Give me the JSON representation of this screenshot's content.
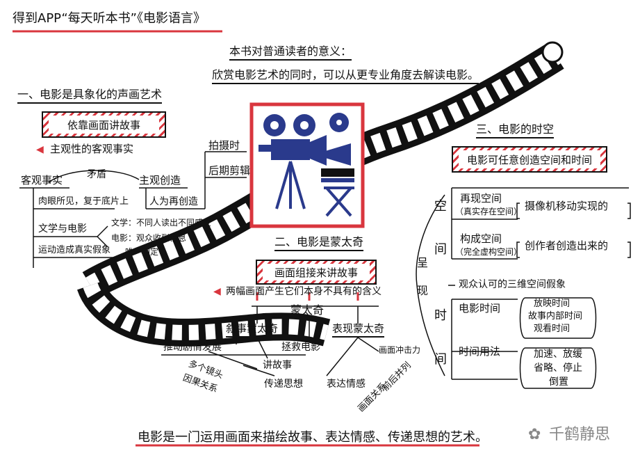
{
  "header": {
    "title": "得到APP“每天听本书”《电影语言》"
  },
  "significance": {
    "label": "本书对普通读者的意义：",
    "text": "欣赏电影艺术的同时，可以从更专业角度去解读电影。"
  },
  "section1": {
    "title": "一、电影是具象化的声画艺术",
    "banner": "依靠画面讲故事",
    "subtitle": "主观性的客观事实",
    "objective": "客观事实",
    "conflict": "矛盾",
    "subjective": "主观创造",
    "shooting": "拍摄时",
    "editing": "后期剪辑",
    "artificial": "人为再创造",
    "seen": "肉眼所见，复于底片上",
    "lit_film": "文学与电影",
    "lit_note": "文学：不同人读出不同感受",
    "film_note_1": "电影：观众收到信息",
    "film_note_2": "唯一固定",
    "motion": "运动造成真实假象"
  },
  "section2": {
    "title": "二、电影是蒙太奇",
    "banner": "画面组接来讲故事",
    "subtitle": "两幅画面产生它们本身不具有的含义",
    "montage": "蒙太奇",
    "narrative": "叙事蒙太奇",
    "expressive": "表现蒙太奇",
    "plot": "推动剧情发展",
    "rescue": "拯救电影",
    "impact": "画面冲击力",
    "multi_1": "多个镜头",
    "multi_2": "因果关系",
    "story": "讲故事",
    "ideas": "传递思想",
    "emotion": "表达情感",
    "juxtapose_1": "前后并列",
    "juxtapose_2": "画面关系"
  },
  "section3": {
    "title": "三、电影的时空",
    "banner": "电影可任意创造空间和时间",
    "space": "空",
    "space2": "间",
    "present_1": "呈",
    "present_2": "现",
    "reproduce": "再现空间",
    "reproduce_sub": "（真实存在空间）",
    "reproduce_note": "摄像机移动实现的",
    "construct": "构成空间",
    "construct_sub": "（完全虚构空间）",
    "construct_note": "创作者创造出来的",
    "audience": "观众认可的三维空间假象",
    "time": "时",
    "time2": "间",
    "film_time": "电影时间",
    "play_time": "放映时间",
    "inner_time": "故事内部时间",
    "view_time": "观看时间",
    "time_usage": "时间用法",
    "usage_1": "加速、放缓",
    "usage_2": "省略、停止",
    "usage_3": "倒置"
  },
  "footer": {
    "summary": "电影是一门运用画面来描绘故事、表达情感、传递思想的艺术。",
    "watermark": "千鹤静思"
  },
  "colors": {
    "accent": "#d9363e",
    "ink": "#111111",
    "icon_blue": "#2a3a8c"
  }
}
